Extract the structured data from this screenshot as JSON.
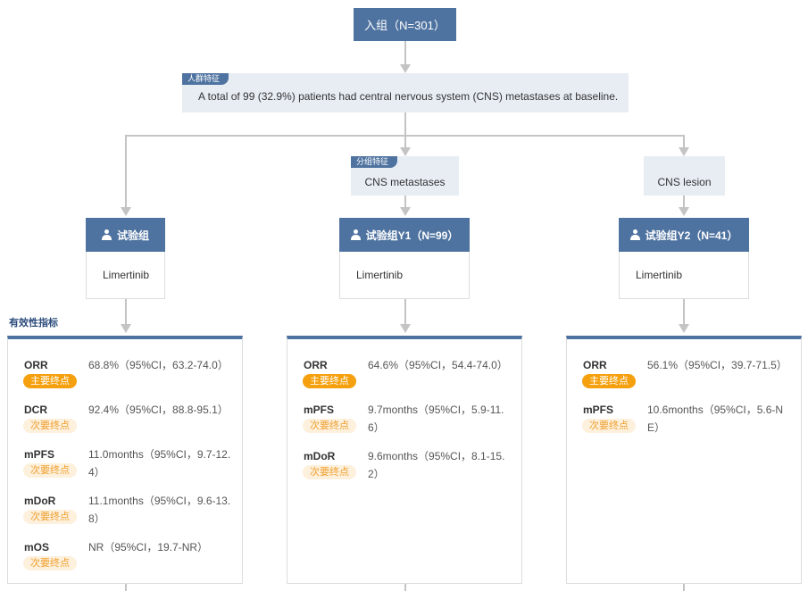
{
  "enrollment": {
    "label": "入组（N=301）"
  },
  "population": {
    "tag": "人群特征",
    "text": "A total of 99 (32.9%) patients had central nervous system (CNS) metastases at baseline."
  },
  "subgroups": [
    {
      "tag": "分组特征",
      "label": "CNS metastases"
    },
    {
      "label": "CNS lesion"
    }
  ],
  "section_label": "有效性指标",
  "groups": [
    {
      "title": "试验组",
      "drug": "Limertinib",
      "metrics": [
        {
          "name": "ORR",
          "badge": "主要终点",
          "badge_type": "primary",
          "value_line1": "68.8%（95%CI，63.2-74.0）",
          "value_line2": ""
        },
        {
          "name": "DCR",
          "badge": "次要终点",
          "badge_type": "secondary",
          "value_line1": "92.4%（95%CI，88.8-95.1）",
          "value_line2": ""
        },
        {
          "name": "mPFS",
          "badge": "次要终点",
          "badge_type": "secondary",
          "value_line1": "11.0months（95%CI，9.7-12.",
          "value_line2": "4）"
        },
        {
          "name": "mDoR",
          "badge": "次要终点",
          "badge_type": "secondary",
          "value_line1": "11.1months（95%CI，9.6-13.",
          "value_line2": "8）"
        },
        {
          "name": "mOS",
          "badge": "次要终点",
          "badge_type": "secondary",
          "value_line1": "NR（95%CI，19.7-NR）",
          "value_line2": ""
        }
      ]
    },
    {
      "title": "试验组Y1（N=99）",
      "drug": "Limertinib",
      "metrics": [
        {
          "name": "ORR",
          "badge": "主要终点",
          "badge_type": "primary",
          "value_line1": "64.6%（95%CI，54.4-74.0）",
          "value_line2": ""
        },
        {
          "name": "mPFS",
          "badge": "次要终点",
          "badge_type": "secondary",
          "value_line1": "9.7months（95%CI，5.9-11.",
          "value_line2": "6）"
        },
        {
          "name": "mDoR",
          "badge": "次要终点",
          "badge_type": "secondary",
          "value_line1": "9.6months（95%CI，8.1-15.",
          "value_line2": "2）"
        }
      ]
    },
    {
      "title": "试验组Y2（N=41）",
      "drug": "Limertinib",
      "metrics": [
        {
          "name": "ORR",
          "badge": "主要终点",
          "badge_type": "primary",
          "value_line1": "56.1%（95%CI，39.7-71.5）",
          "value_line2": ""
        },
        {
          "name": "mPFS",
          "badge": "次要终点",
          "badge_type": "secondary",
          "value_line1": "10.6months（95%CI，5.6-N",
          "value_line2": "E）"
        }
      ]
    }
  ],
  "colors": {
    "accent": "#4f73a0",
    "primary_badge": "#f5a00e",
    "secondary_badge_text": "#f0a030",
    "connector": "#c4c4c4"
  }
}
